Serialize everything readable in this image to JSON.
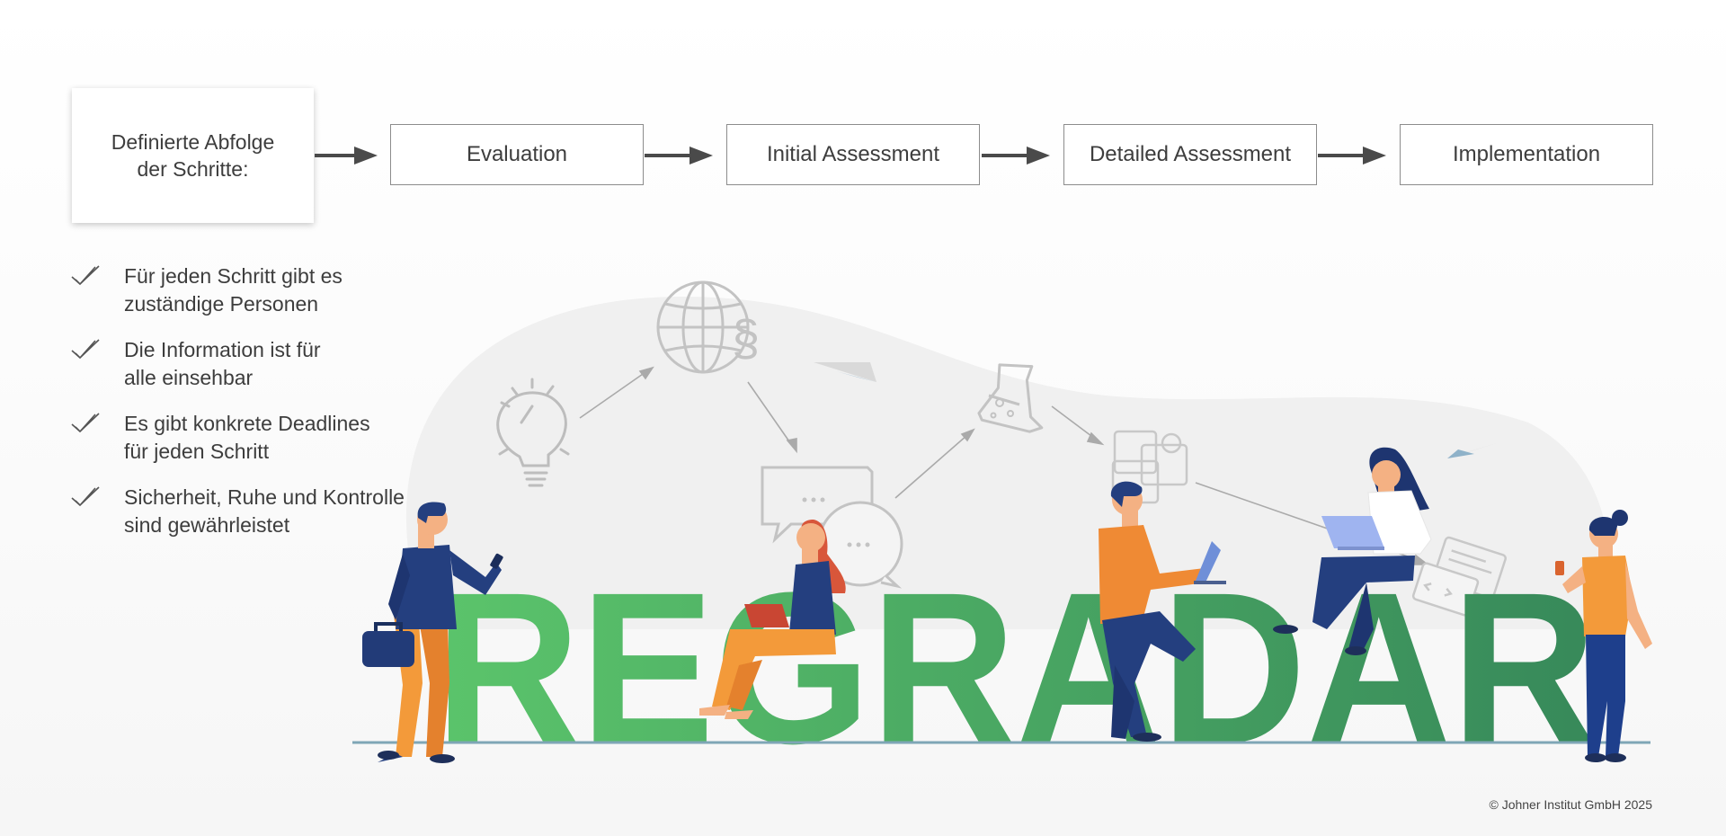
{
  "flow": {
    "start_label_line1": "Definierte Abfolge",
    "start_label_line2": "der Schritte:",
    "steps": [
      {
        "label": "Evaluation"
      },
      {
        "label": "Initial Assessment"
      },
      {
        "label": "Detailed Assessment"
      },
      {
        "label": "Implementation"
      }
    ]
  },
  "checklist": [
    {
      "line1": "Für jeden Schritt gibt es",
      "line2": "zuständige Personen"
    },
    {
      "line1": "Die Information ist für",
      "line2": "alle einsehbar"
    },
    {
      "line1": "Es gibt konkrete Deadlines",
      "line2": "für jeden Schritt"
    },
    {
      "line1": "Sicherheit, Ruhe und Kontrolle",
      "line2": "sind gewährleistet"
    }
  ],
  "illustration": {
    "brand_letters": "REGRADAR",
    "icons": [
      "lightbulb-icon",
      "globe-law-icon",
      "chat-bubbles-icon",
      "lab-flask-icon",
      "puzzle-shapes-icon",
      "code-window-icon",
      "paper-plane-icon"
    ]
  },
  "colors": {
    "letters_light_green": "#5bc36a",
    "letters_dark_green": "#3a8f58",
    "person_navy": "#243f7f",
    "person_orange": "#f39a3a",
    "arrow_gray": "#4a4a4a"
  },
  "footer": {
    "copyright": "© Johner Institut GmbH 2025"
  }
}
